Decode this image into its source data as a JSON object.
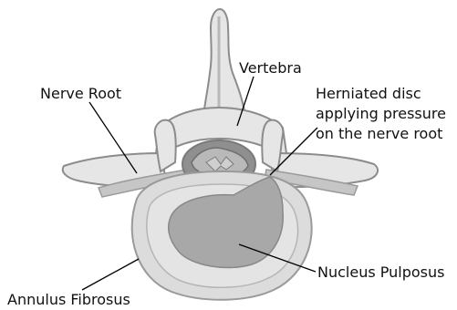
{
  "labels": {
    "vertebra": "Vertebra",
    "nerve_root": "Nerve Root",
    "herniated_line1": "Herniated disc",
    "herniated_line2": "applying pressure",
    "herniated_line3": "on the nerve root",
    "nucleus": "Nucleus Pulposus",
    "annulus": "Annulus Fibrosus"
  },
  "colors": {
    "bone_fill": "#e6e6e6",
    "bone_stroke": "#8c8c8c",
    "annulus_fill": "#dcdcdc",
    "nucleus_fill": "#a8a8a8",
    "nerve_fill": "#c6c6c6",
    "canal_dark": "#8f8f8f",
    "leader_line": "#000000"
  }
}
